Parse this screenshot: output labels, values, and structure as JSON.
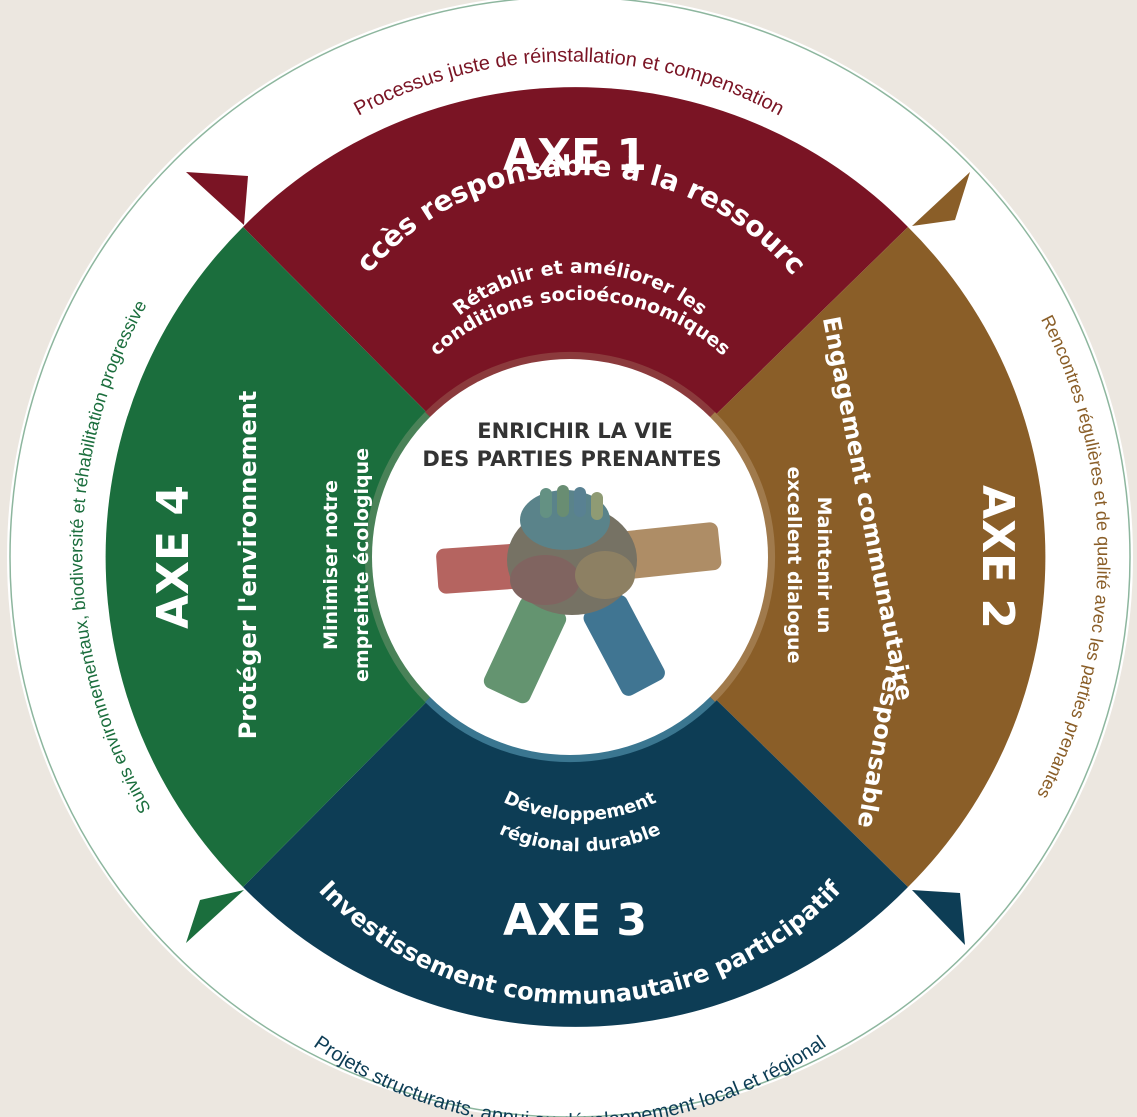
{
  "center": {
    "title_line1": "ENRICHIR LA VIE",
    "title_line2": "DES PARTIES PRENANTES"
  },
  "axes": [
    {
      "id": "axe1",
      "label": "AXE 1",
      "title": "Accès responsable à la ressource",
      "inner_line1": "Rétablir et améliorer les",
      "inner_line2": "conditions socioéconomiques",
      "outer": "Processus juste de réinstallation et compensation",
      "color": "#7a1424",
      "inner_color": "#8b3a3c"
    },
    {
      "id": "axe2",
      "label": "AXE 2",
      "title_line1": "Engagement communautaire",
      "title_line2": "responsable",
      "inner_line1": "Maintenir un",
      "inner_line2": "excellent dialogue",
      "outer": "Rencontres régulières et de qualité avec les parties prenantes",
      "color": "#8a5e28",
      "inner_color": "#a07a4c"
    },
    {
      "id": "axe3",
      "label": "AXE 3",
      "title": "Investissement communautaire participatif",
      "inner_line1": "Développement",
      "inner_line2": "régional durable",
      "outer": "Projets structurants, appui au développement local et régional",
      "color": "#0d3d55",
      "inner_color": "#3a7690"
    },
    {
      "id": "axe4",
      "label": "AXE 4",
      "title": "Protéger l'environnement",
      "inner_line1": "Minimiser notre",
      "inner_line2": "empreinte écologique",
      "outer": "Suivis environnementaux, biodiversité et réhabilitation progressive",
      "color": "#1b6e3d",
      "inner_color": "#4a8258"
    }
  ]
}
